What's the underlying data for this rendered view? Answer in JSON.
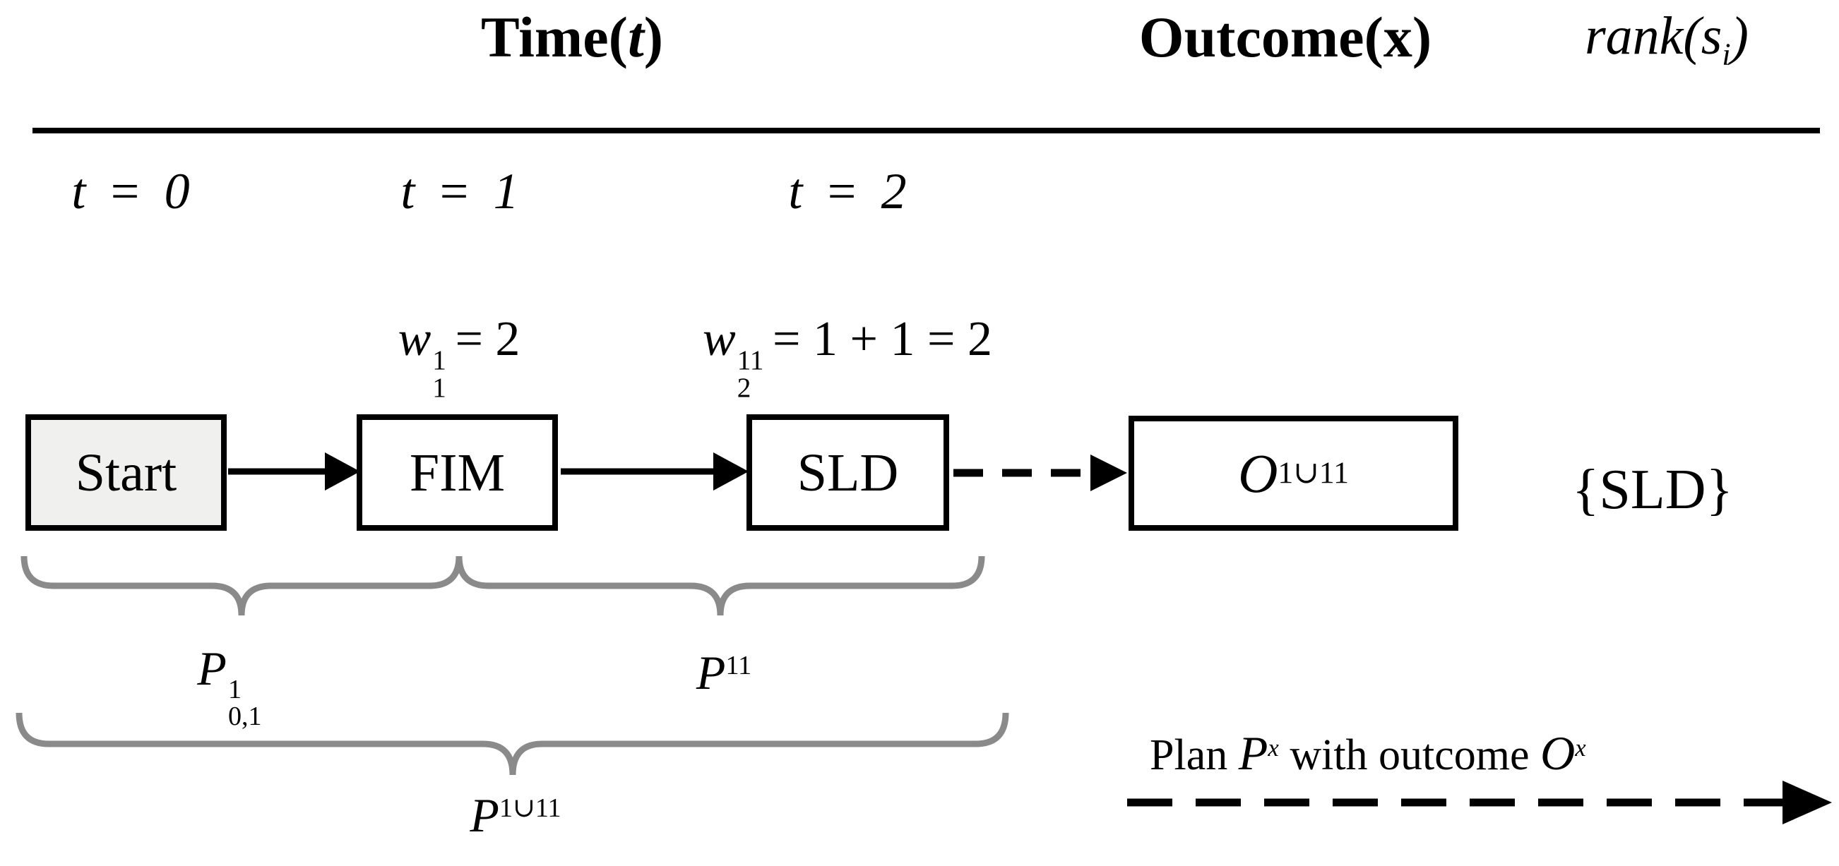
{
  "figure": {
    "columns": {
      "time": {
        "pre": "Time(",
        "var": "t",
        "post": ")"
      },
      "outcome": {
        "pre": "Outcome(",
        "var": "x",
        "post": ")"
      },
      "rank": {
        "pre": "rank",
        "open": "(",
        "var": "s",
        "sub": "i",
        "close": ")"
      }
    },
    "time_ticks": [
      {
        "var": "t",
        "rel": "=",
        "val": "0"
      },
      {
        "var": "t",
        "rel": "=",
        "val": "1"
      },
      {
        "var": "t",
        "rel": "=",
        "val": "2"
      }
    ],
    "weights": [
      {
        "var": "w",
        "sup": "1",
        "sub": "1",
        "rhs": "= 2"
      },
      {
        "var": "w",
        "sup": "11",
        "sub": "2",
        "rhs": "= 1 + 1 = 2"
      }
    ],
    "nodes": {
      "start": "Start",
      "fim": "FIM",
      "sld": "SLD"
    },
    "outcome_node": {
      "var": "O",
      "sup": "1∪11"
    },
    "rank_value": {
      "open": "{",
      "label": "SLD",
      "close": "}"
    },
    "plan_labels": {
      "p01": {
        "var": "P",
        "sup": "1",
        "sub": "0,1"
      },
      "p11": {
        "var": "P",
        "sup": "11"
      },
      "p1u11": {
        "var": "P",
        "sup": "1∪11"
      }
    },
    "legend": {
      "pre": "Plan ",
      "p_var": "P",
      "p_sup": "x",
      "mid": " with outcome ",
      "o_var": "O",
      "o_sup": "x"
    }
  },
  "colors": {
    "ink": "#000000",
    "brace": "#8a8a8a",
    "start_fill": "#f0f0ee",
    "node_fill": "#ffffff"
  }
}
